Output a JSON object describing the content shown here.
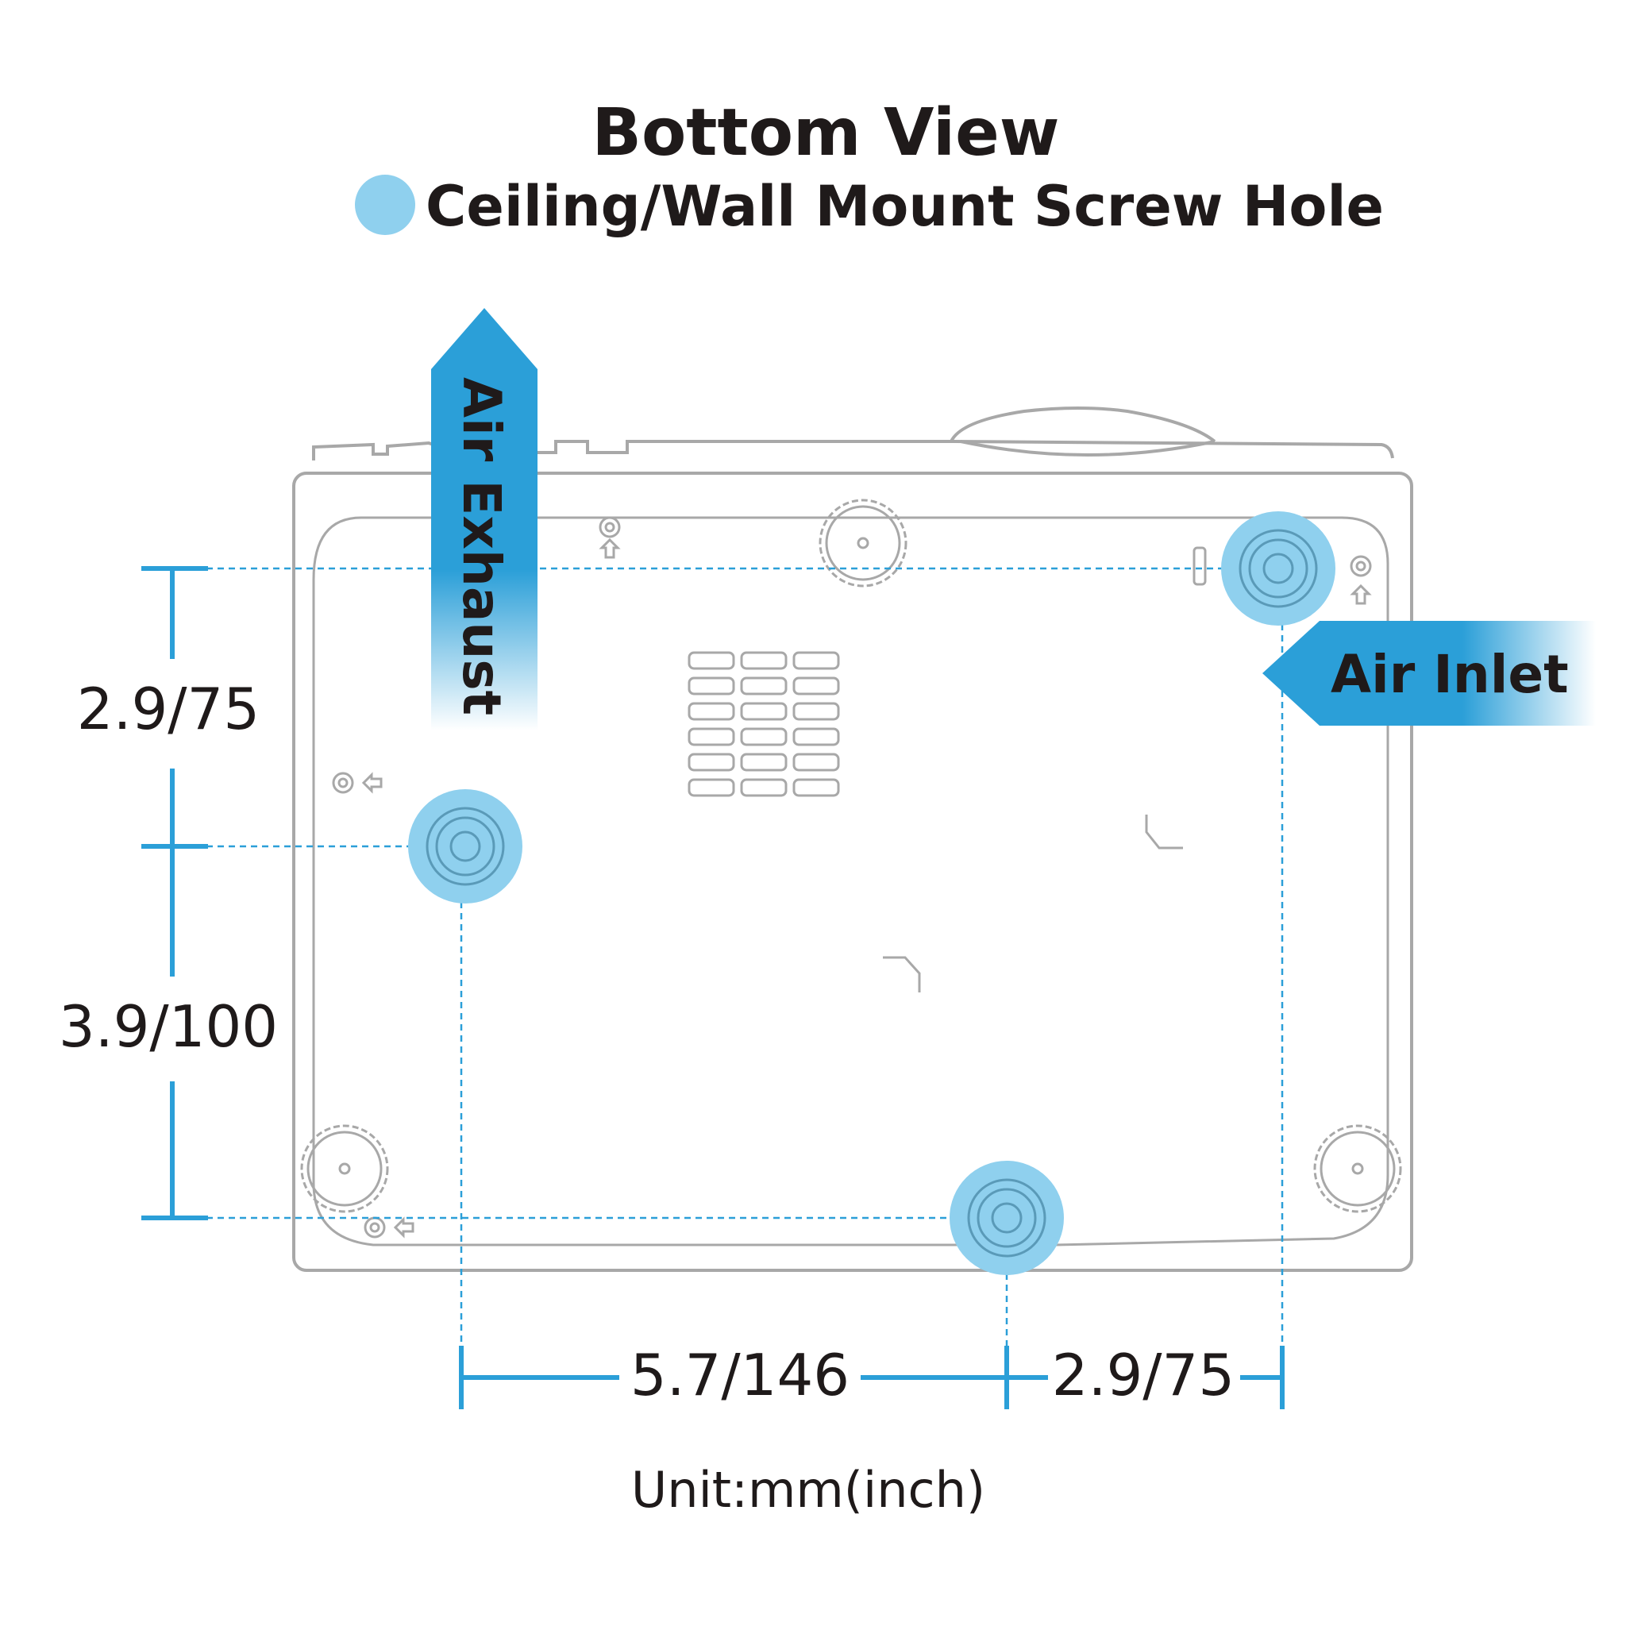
{
  "title": "Bottom View",
  "legend": {
    "label": "Ceiling/Wall Mount Screw Hole",
    "color": "#8fd0ee"
  },
  "labels": {
    "air_exhaust": "Air Exhaust",
    "air_inlet": "Air Inlet"
  },
  "dimensions": {
    "vertical_top": "2.9/75",
    "vertical_bottom": "3.9/100",
    "horizontal_left": "5.7/146",
    "horizontal_right": "2.9/75"
  },
  "unit": "Unit:mm(inch)",
  "colors": {
    "accent": "#2b9fd8",
    "outline": "#a8a8a8",
    "text": "#1f1a1a"
  }
}
